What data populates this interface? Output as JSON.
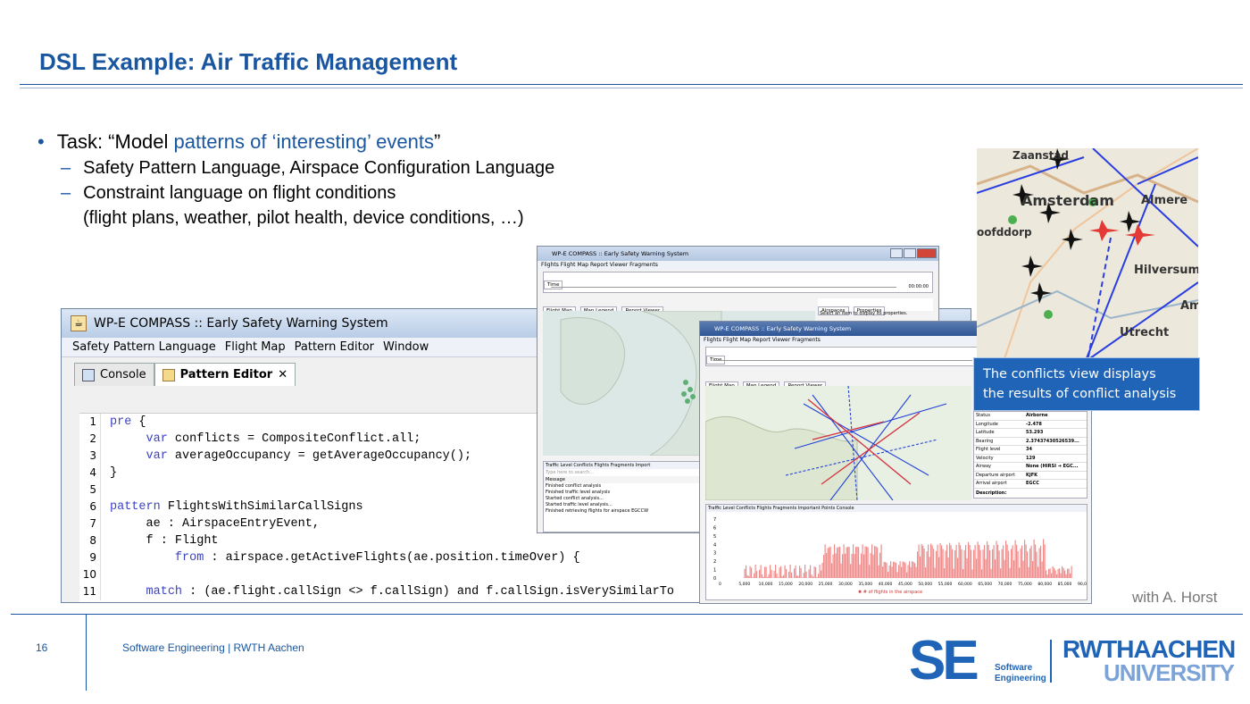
{
  "slide": {
    "title": "DSL Example: Air Traffic Management",
    "bullet_prefix": "Task: “Model ",
    "bullet_highlight": "patterns of ‘interesting’ events",
    "bullet_suffix": "”",
    "sub1": "Safety Pattern Language, Airspace Configuration Language",
    "sub2": "Constraint language on flight conditions",
    "sub2_cont": "(flight plans, weather, pilot health, device conditions, …)",
    "callout_line1": "The conflicts view displays",
    "callout_line2": "the results of conflict analysis",
    "credit": "with A. Horst",
    "page_number": "16",
    "footer": "Software Engineering  |  RWTH Aachen",
    "logo_se": "SE",
    "logo_se_sub1": "Software",
    "logo_se_sub2": "Engineering",
    "logo_rwth": "RWTHAACHEN",
    "logo_univ": "UNIVERSITY"
  },
  "ide": {
    "title": "WP-E COMPASS :: Early Safety Warning System",
    "menu": [
      "Safety Pattern Language",
      "Flight Map",
      "Pattern Editor",
      "Window"
    ],
    "tab_console": "Console",
    "tab_editor": "Pattern Editor",
    "tab_close": "✕",
    "code": [
      {
        "n": "1",
        "kw": "pre",
        "text": " {"
      },
      {
        "n": "2",
        "pre": "     ",
        "kw": "var",
        "text": " conflicts = CompositeConflict.all;"
      },
      {
        "n": "3",
        "pre": "     ",
        "kw": "var",
        "text": " averageOccupancy = getAverageOccupancy();"
      },
      {
        "n": "4",
        "text": "}"
      },
      {
        "n": "5",
        "text": ""
      },
      {
        "n": "6",
        "kw": "pattern",
        "text": " FlightsWithSimilarCallSigns"
      },
      {
        "n": "7",
        "text": "     ae : AirspaceEntryEvent,"
      },
      {
        "n": "8",
        "text": "     f : Flight"
      },
      {
        "n": "9",
        "pre": "         ",
        "kw": "from",
        "text": " : airspace.getActiveFlights(ae.position.timeOver) {"
      },
      {
        "n": "10",
        "text": ""
      },
      {
        "n": "11",
        "pre": "     ",
        "kw": "match",
        "text": " : (ae.flight.callSign <> f.callSign) and f.callSign.isVerySimilarTo"
      }
    ]
  },
  "app1": {
    "title": "WP-E COMPASS :: Early Safety Warning System",
    "menu": "Flights  Flight Map  Report Viewer  Fragments",
    "time_tab": "Time",
    "clock": "00:00:00",
    "tab_map": "Flight Map",
    "tab_legend": "Map Legend",
    "tab_report": "Report Viewer",
    "tab_airspaces": "Airspaces",
    "tab_properties": "Properties",
    "props_hint": "Select an item to display its properties.",
    "bottom_tabs": "Traffic Level   Conflicts   Flights   Fragments   Import",
    "filter": "Type here to search...",
    "log_header": "Message",
    "log": [
      "Finished conflict analysis",
      "Finished traffic level analysis",
      "Started conflict analysis...",
      "Started traffic level analysis...",
      "Finished retrieving flights for airspace EGCCW"
    ]
  },
  "app2": {
    "title": "WP-E COMPASS :: Early Safety Warning System",
    "menu": "Flights  Flight Map  Report Viewer  Fragments",
    "time_tab": "Time",
    "tab_map": "Flight Map",
    "tab_legend": "Map Legend",
    "tab_report": "Report Viewer",
    "bottom_tabs": "Traffic Level   Conflicts   Flights   Fragments   Important Points   Console",
    "legend": "# of flights in the airspace",
    "y_ticks": [
      "7",
      "6",
      "5",
      "4",
      "3",
      "2",
      "1",
      "0"
    ],
    "x_ticks": [
      "0",
      "5,000",
      "10,000",
      "15,000",
      "20,000",
      "25,000",
      "30,000",
      "35,000",
      "40,000",
      "45,000",
      "50,000",
      "55,000",
      "60,000",
      "65,000",
      "70,000",
      "75,000",
      "80,000",
      "85,000",
      "90,000"
    ],
    "props": [
      [
        "Status",
        "Airborne"
      ],
      [
        "Longitude",
        "-2.478"
      ],
      [
        "Latitude",
        "53.293"
      ],
      [
        "Bearing",
        "2.37437430526539..."
      ],
      [
        "Flight level",
        "34"
      ],
      [
        "Velocity",
        "129"
      ],
      [
        "Airway",
        "None (HIRSI ➔ EGC..."
      ],
      [
        "Departure airport",
        "KJFK"
      ],
      [
        "Arrival airport",
        "EGCC"
      ]
    ],
    "props_footer": "Description:"
  },
  "map": {
    "labels": [
      "Zaanstad",
      "Amsterdam",
      "Almere",
      "Hilversum",
      "Utrecht",
      "oofddorp",
      "Am"
    ]
  }
}
